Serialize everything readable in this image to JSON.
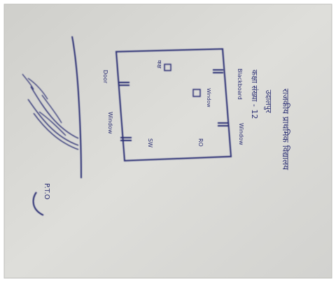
{
  "photo": {
    "paper_color": "#d9d9d6",
    "ink_color": "#2b2f73"
  },
  "sketch": {
    "title_line_1": "राजकीय प्राथमिक विद्यालय",
    "title_line_2": "उदालपुर",
    "title_line_3": "कक्षा संख्या - 12",
    "label_top_room": "कक्ष",
    "label_blackboard": "Blackboard",
    "label_window_top": "Window",
    "label_window_right": "Window",
    "label_window_bottom": "Window",
    "label_door": "Door",
    "label_sw": "SW",
    "label_ro": "RO",
    "label_bottom_right": "P.T.O"
  }
}
